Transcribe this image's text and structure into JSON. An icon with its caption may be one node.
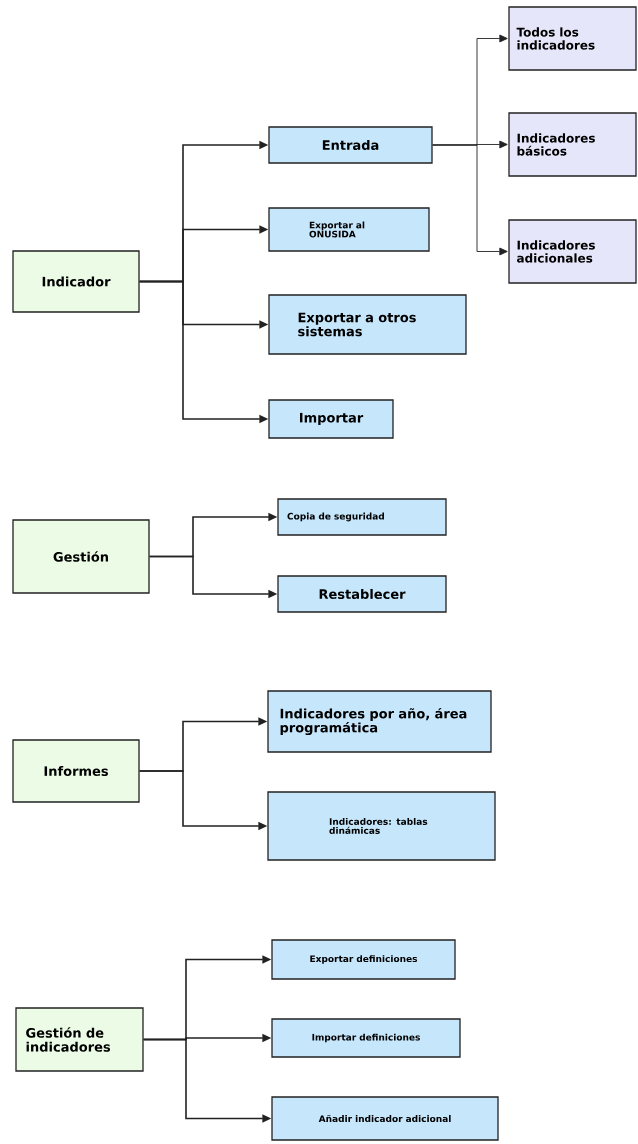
{
  "diagram": {
    "nodes": [
      {
        "text": [
          "Indicador"
        ]
      },
      {
        "text": [
          "Entrada"
        ]
      },
      {
        "text": [
          "Exportar al ONUSIDA"
        ]
      },
      {
        "text": [
          "Exportar a otros sistemas"
        ]
      },
      {
        "text": [
          "Importar"
        ]
      },
      {
        "text": [
          "Todos los indicadores"
        ]
      },
      {
        "text": [
          "Indicadores básicos"
        ]
      },
      {
        "text": [
          "Indicadores adicionales"
        ]
      },
      {
        "text": [
          "Gestión"
        ]
      },
      {
        "text": [
          "Copia de seguridad"
        ]
      },
      {
        "text": [
          "Restablecer"
        ]
      },
      {
        "text": [
          "Informes"
        ]
      },
      {
        "text": [
          "Indicadores por año, área programática"
        ]
      },
      {
        "text": [
          "Indicadores: tablas dinámicas"
        ]
      },
      {
        "text": [
          "Gestión de indicadores"
        ]
      },
      {
        "text": [
          "Exportar definiciones"
        ]
      },
      {
        "text": [
          "Importar definiciones"
        ]
      },
      {
        "text": [
          "Añadir indicador adicional"
        ]
      }
    ],
    "edges": [
      {
        "from": 0,
        "to": 1,
        "arrow": "to"
      },
      {
        "from": 0,
        "to": 2,
        "arrow": "to"
      },
      {
        "from": 0,
        "to": 3,
        "arrow": "to"
      },
      {
        "from": 0,
        "to": 4,
        "arrow": "to"
      },
      {
        "from": 1,
        "to": 5,
        "arrow": "to"
      },
      {
        "from": 1,
        "to": 6,
        "arrow": "to"
      },
      {
        "from": 1,
        "to": 7,
        "arrow": "to"
      },
      {
        "from": 8,
        "to": 9,
        "arrow": "to"
      },
      {
        "from": 8,
        "to": 10,
        "arrow": "to"
      },
      {
        "from": 11,
        "to": 12,
        "arrow": "to"
      },
      {
        "from": 11,
        "to": 13,
        "arrow": "to"
      },
      {
        "from": 14,
        "to": 15,
        "arrow": "to"
      },
      {
        "from": 14,
        "to": 16,
        "arrow": "to"
      },
      {
        "from": 14,
        "to": 17,
        "arrow": "to"
      }
    ]
  }
}
